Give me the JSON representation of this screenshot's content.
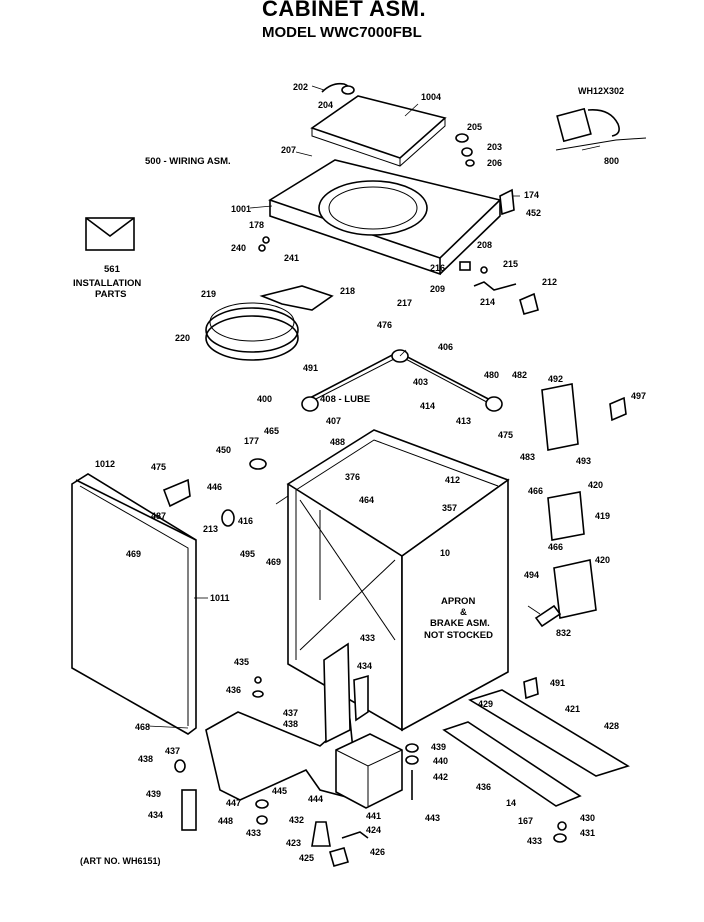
{
  "header": {
    "title": "CABINET ASM.",
    "model": "MODEL WWC7000FBL"
  },
  "notes": {
    "wiring": "500 - WIRING ASM.",
    "installation_1": "INSTALLATION",
    "installation_2": "PARTS",
    "install_num": "561",
    "apron_1": "APRON",
    "apron_2": "&",
    "apron_3": "BRAKE ASM.",
    "apron_4": "NOT STOCKED",
    "lube": "408 - LUBE",
    "art": "(ART NO. WH6151)"
  },
  "labels": [
    "202",
    "204",
    "1004",
    "205",
    "203",
    "206",
    "207",
    "WH12X302",
    "800",
    "1001",
    "174",
    "452",
    "178",
    "240",
    "241",
    "208",
    "216",
    "215",
    "209",
    "214",
    "212",
    "217",
    "219",
    "218",
    "220",
    "476",
    "406",
    "403",
    "491",
    "400",
    "480",
    "482",
    "492",
    "497",
    "407",
    "414",
    "413",
    "488",
    "465",
    "177",
    "450",
    "475",
    "483",
    "493",
    "376",
    "412",
    "357",
    "466",
    "420",
    "1012",
    "475",
    "446",
    "487",
    "213",
    "416",
    "464",
    "10",
    "419",
    "469",
    "495",
    "469",
    "466",
    "420",
    "494",
    "1011",
    "832",
    "433",
    "435",
    "434",
    "436",
    "491",
    "437",
    "438",
    "429",
    "421",
    "428",
    "468",
    "437",
    "438",
    "439",
    "440",
    "442",
    "436",
    "445",
    "439",
    "434",
    "447",
    "444",
    "441",
    "432",
    "448",
    "443",
    "14",
    "167",
    "430",
    "431",
    "433",
    "424",
    "423",
    "426",
    "425",
    "433"
  ]
}
